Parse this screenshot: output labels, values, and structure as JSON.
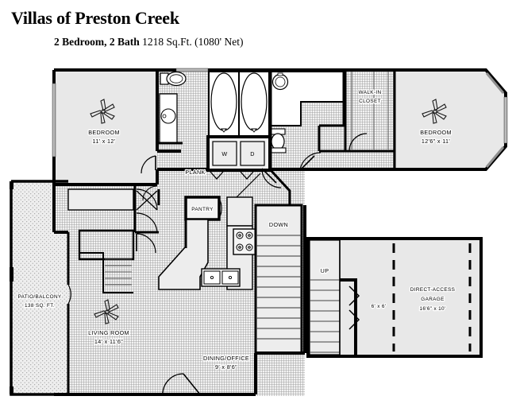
{
  "header": {
    "title": "Villas of Preston Creek",
    "spec_bold": "2 Bedroom, 2 Bath",
    "spec_rest": "1218 Sq.Ft. (1080' Net)"
  },
  "floorplan": {
    "type": "residential-floor-plan",
    "unit_name": "Villas of Preston Creek",
    "bedrooms": 2,
    "bathrooms": 2,
    "total_sqft": 1218,
    "net_sqft": 1080,
    "colors": {
      "wall": "#000000",
      "room_fill": "#e8e8e8",
      "tile_hatch": "#9a9a9a",
      "patio_stipple": "#b0b0b0",
      "background": "#ffffff"
    },
    "rooms": [
      {
        "id": "bedroom-left",
        "name": "BEDROOM",
        "dims": "11' x 12'"
      },
      {
        "id": "bedroom-right",
        "name": "BEDROOM",
        "dims": "12'6\" x 11'"
      },
      {
        "id": "walk-in-closet",
        "name_line1": "WALK-IN",
        "name_line2": "CLOSET"
      },
      {
        "id": "plank-hall",
        "name": "PLANK"
      },
      {
        "id": "pantry",
        "name": "PANTRY"
      },
      {
        "id": "living-room",
        "name": "LIVING ROOM",
        "dims": "14' x 11'6\""
      },
      {
        "id": "dining-office",
        "name": "DINING/OFFICE",
        "dims": "9' x 8'6\""
      },
      {
        "id": "patio-balcony",
        "name_line1": "PATIO/BALCONY",
        "name_line2": "138 SQ. FT."
      },
      {
        "id": "garage",
        "name_line1": "DIRECT-ACCESS",
        "name_line2": "GARAGE",
        "dims": "16'6\" x 10'"
      },
      {
        "id": "storage-6x6",
        "dims": "6' x 6'"
      }
    ],
    "stairs": [
      {
        "id": "stairs-down",
        "label": "DOWN"
      },
      {
        "id": "stairs-up",
        "label": "UP"
      }
    ],
    "appliances": [
      {
        "id": "washer",
        "label": "W"
      },
      {
        "id": "dryer",
        "label": "D"
      }
    ]
  }
}
